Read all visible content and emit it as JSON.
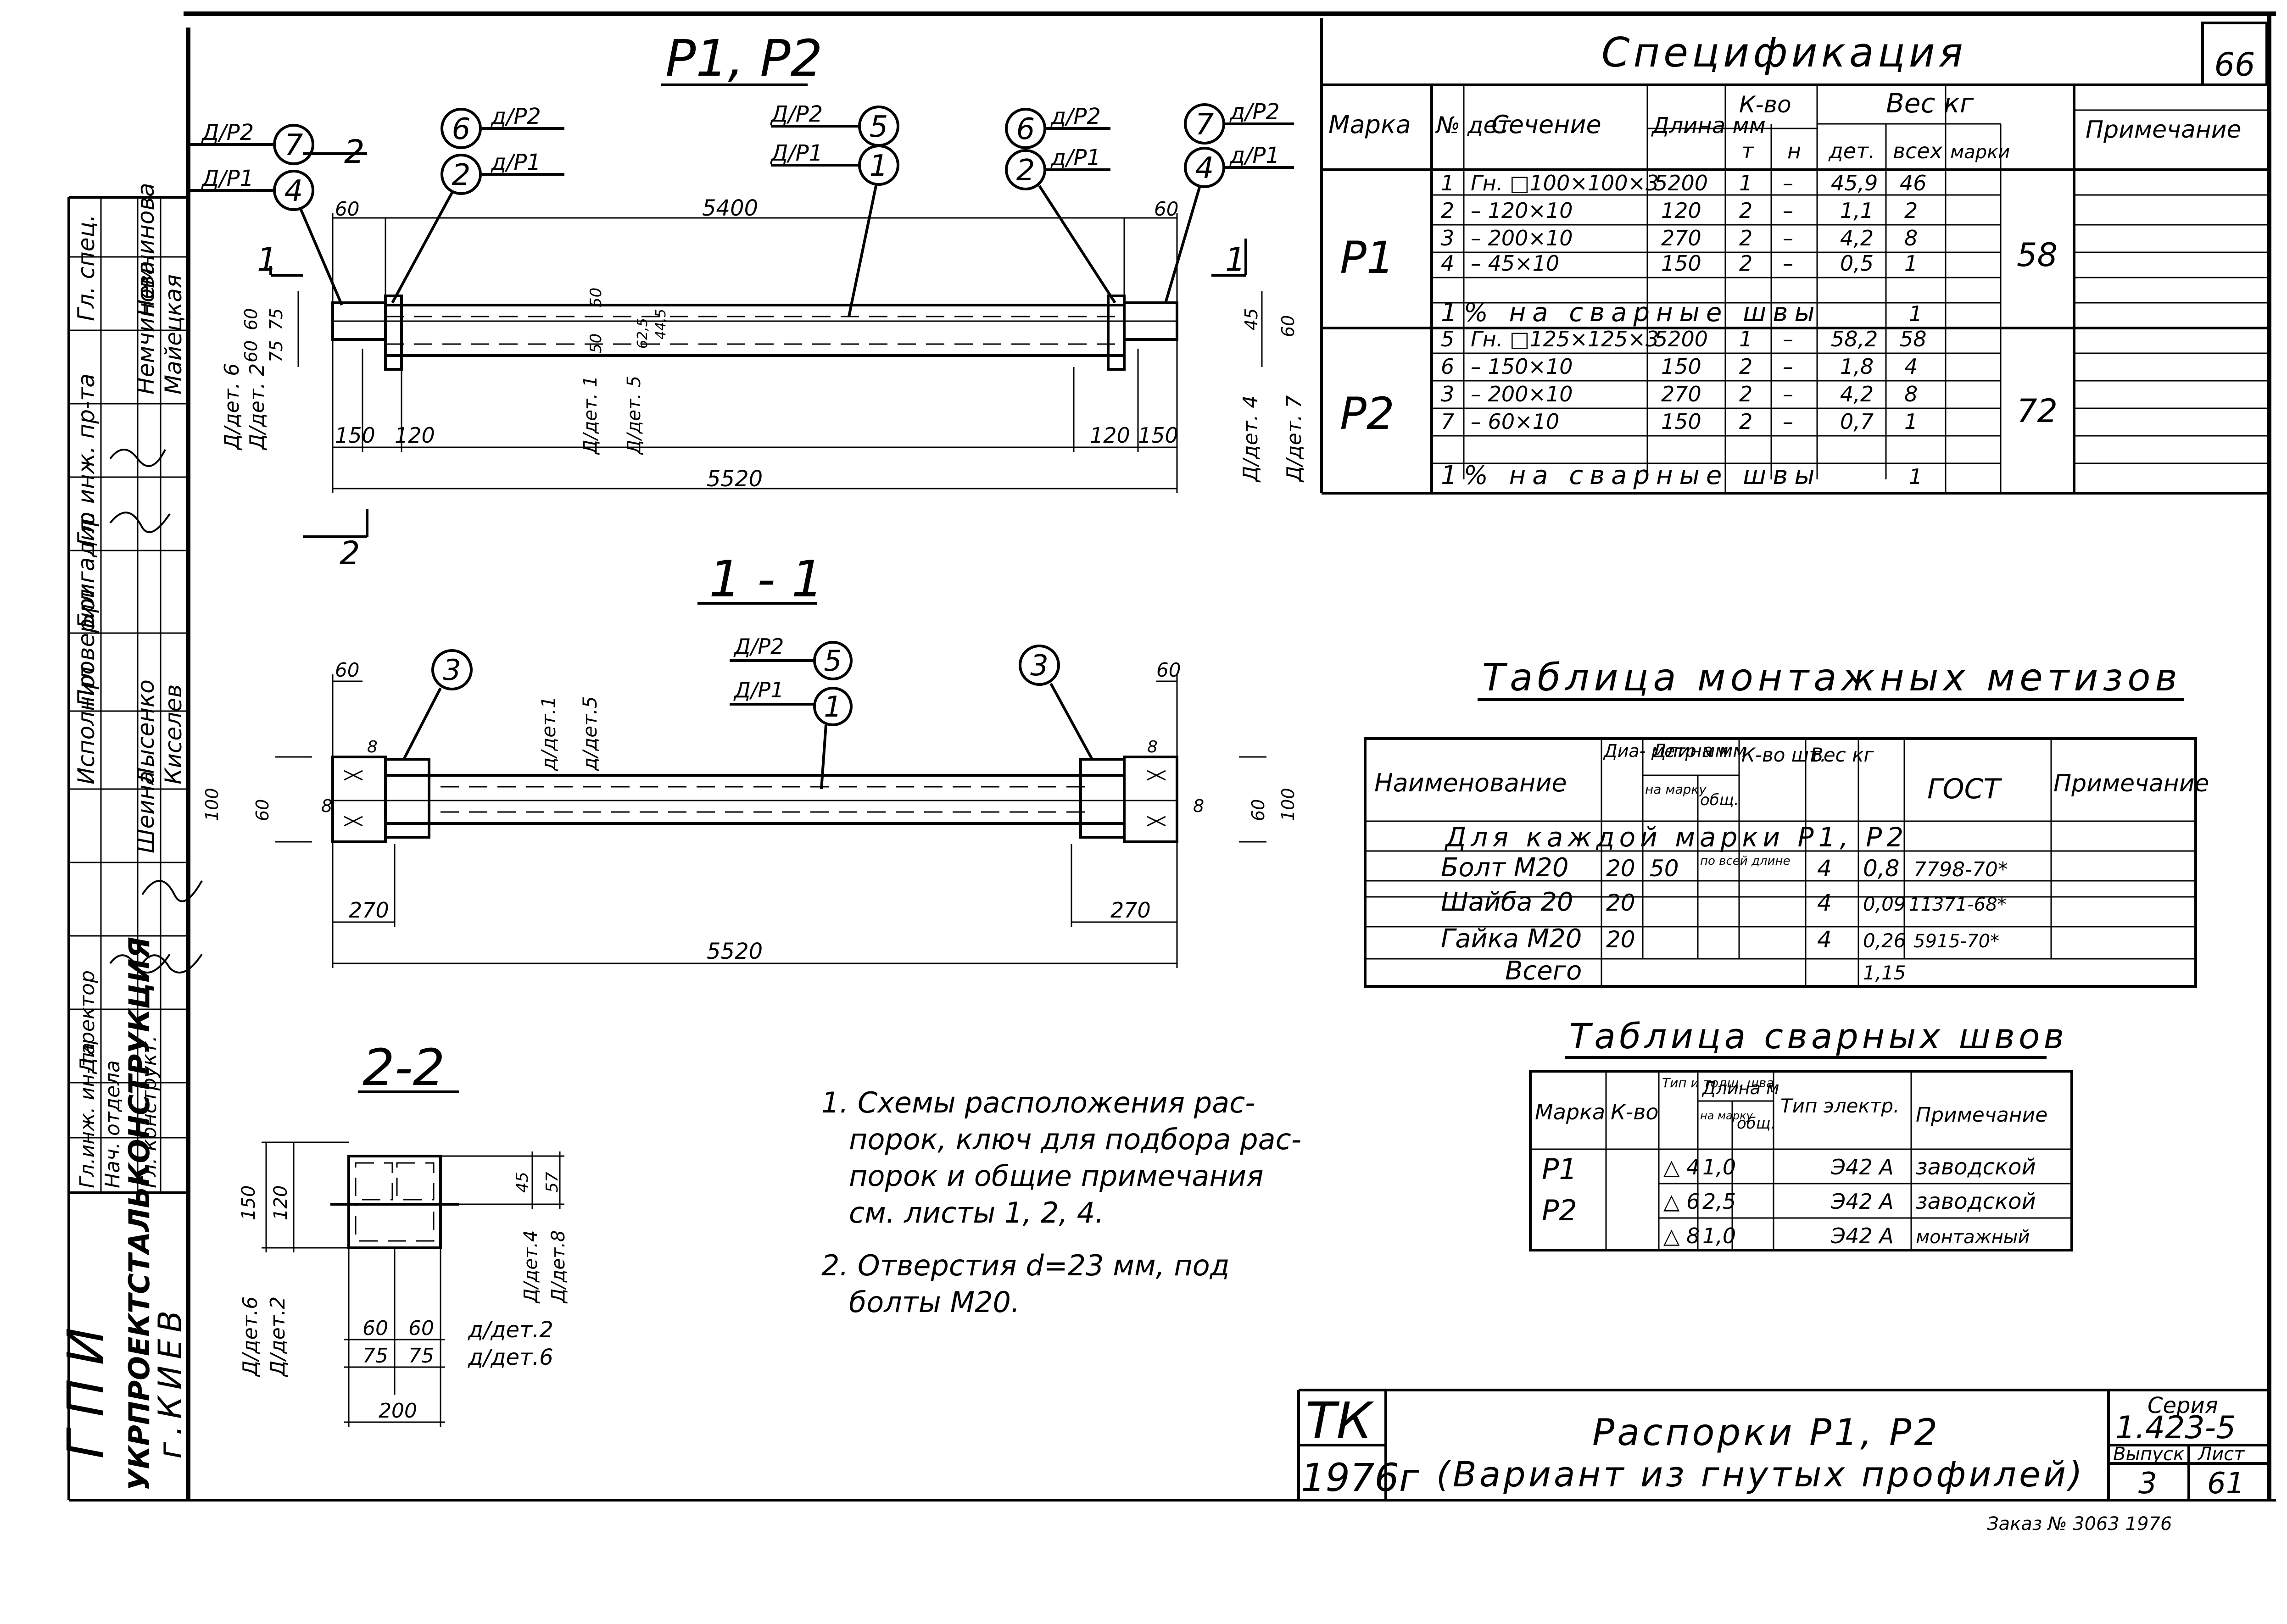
{
  "sheet_number_corner": "66",
  "side_stamp": {
    "roles": [
      "Гл. спец.",
      "Гл. инж. пр-та",
      "Бригадир",
      "Проверил",
      "Исполнил"
    ],
    "names": [
      "Немчинова",
      "Немчинова",
      "Майецкая",
      "Лысенко",
      "Шеина",
      "Киселев"
    ],
    "roles2": [
      "Директор",
      "Гл.инж. ин-та",
      "Нач. отдела",
      "Гл. конструкт."
    ],
    "org": "ГПИ",
    "org_full": "УКРПРОЕКТСТАЛЬКОНСТРУКЦИЯ",
    "city": "г.КИЕВ"
  },
  "view_p": {
    "title": "P1, P2",
    "dims": {
      "total": "5520",
      "between": "5400",
      "end_left": "60",
      "end_right": "60",
      "left_a": "150",
      "left_b": "120",
      "right_a": "120",
      "right_b": "150",
      "h1": "75",
      "h2": "75",
      "h3": "60",
      "h4": "60",
      "mid1": "50",
      "mid2": "50",
      "mid3": "62,5",
      "mid4": "44,5",
      "r1": "45",
      "r2": "60"
    },
    "callouts": {
      "c7": "7",
      "c4": "4",
      "c6a": "6",
      "c2a": "2",
      "c5": "5",
      "c1": "1",
      "c6b": "6",
      "c2b": "2",
      "c7b": "7",
      "c4b": "4",
      "lbl_dp2": "Д/Р2",
      "lbl_dp1": "Д/Р1",
      "lbl_ap2": "д/Р2",
      "lbl_ap1": "д/Р1"
    },
    "vlabels": [
      "Д/дет. 6",
      "Д/дет. 2",
      "Д/дет. 1",
      "Д/дет. 5",
      "Д/дет. 4",
      "Д/дет. 7"
    ],
    "cut1": "1",
    "cut2": "2"
  },
  "section_11": {
    "title": "1 - 1",
    "dims": {
      "total": "5520",
      "left": "270",
      "right": "270",
      "e1": "60",
      "e2": "60",
      "h100": "100",
      "h60": "60",
      "b8": "8"
    },
    "callouts": {
      "c3a": "3",
      "c3b": "3",
      "c5": "5",
      "c1": "1",
      "lbl_dp2": "Д/Р2",
      "lbl_dp1": "Д/Р1"
    },
    "vlabels": [
      "д/дет.1",
      "д/дет.5"
    ]
  },
  "section_22": {
    "title": "2-2",
    "dims": {
      "d150": "150",
      "d120": "120",
      "d45": "45",
      "d57": "57",
      "w60a": "60",
      "w60b": "60",
      "w75a": "75",
      "w75b": "75",
      "w200": "200"
    },
    "labels": {
      "l1": "Д/дет.6",
      "l2": "Д/дет.2",
      "l3": "Д/дет.4",
      "l4": "Д/дет.8",
      "r1": "д/дет.2",
      "r2": "д/дет.6"
    }
  },
  "spec": {
    "title": "Спецификация",
    "headers": {
      "mark": "Марка",
      "det_no": "№ дет",
      "section": "Сечение",
      "length": "Длина мм",
      "qty": "К-во",
      "t": "т",
      "n": "н",
      "weight": "Вес кг",
      "w_det": "дет.",
      "w_all": "всех",
      "w_mark": "марки",
      "note": "Примечание"
    },
    "groups": [
      {
        "mark": "P1",
        "mark_weight": "58",
        "rows": [
          [
            "1",
            "Гн. □100×100×3",
            "5200",
            "1",
            "–",
            "45,9",
            "46"
          ],
          [
            "2",
            "– 120×10",
            "120",
            "2",
            "–",
            "1,1",
            "2"
          ],
          [
            "3",
            "– 200×10",
            "270",
            "2",
            "–",
            "4,2",
            "8"
          ],
          [
            "4",
            "– 45×10",
            "150",
            "2",
            "–",
            "0,5",
            "1"
          ]
        ],
        "welds": "1% на сварные швы",
        "welds_weight": "1"
      },
      {
        "mark": "P2",
        "mark_weight": "72",
        "rows": [
          [
            "5",
            "Гн. □125×125×3",
            "5200",
            "1",
            "–",
            "58,2",
            "58"
          ],
          [
            "6",
            "– 150×10",
            "150",
            "2",
            "–",
            "1,8",
            "4"
          ],
          [
            "3",
            "– 200×10",
            "270",
            "2",
            "–",
            "4,2",
            "8"
          ],
          [
            "7",
            "– 60×10",
            "150",
            "2",
            "–",
            "0,7",
            "1"
          ]
        ],
        "welds": "1% на сварные швы",
        "welds_weight": "1"
      }
    ]
  },
  "fasteners": {
    "title": "Таблица монтажных метизов",
    "headers": {
      "name": "Наименование",
      "dia": "Диа- метр мм",
      "len": "Длина мм",
      "len_mark": "на марку",
      "len_all": "общ.",
      "qty": "К-во шт.",
      "weight": "Вес кг",
      "gost": "ГОСТ",
      "note": "Примечание"
    },
    "group_row": "Для каждой марки P1, P2",
    "rows": [
      [
        "Болт М20",
        "20",
        "50",
        "по всей длине",
        "4",
        "0,8",
        "7798-70*"
      ],
      [
        "Шайба 20",
        "20",
        "",
        "",
        "4",
        "0,09",
        "11371-68*"
      ],
      [
        "Гайка М20",
        "20",
        "",
        "",
        "4",
        "0,26",
        "5915-70*"
      ]
    ],
    "total_label": "Всего",
    "total_value": "1,15"
  },
  "welds": {
    "title": "Таблица сварных швов",
    "headers": {
      "mark": "Марка",
      "qty": "К-во",
      "type": "Тип и толщ. шва",
      "len": "Длина м",
      "len_mark": "на марку",
      "len_all": "общ.",
      "electrode": "Тип электр.",
      "note": "Примечание"
    },
    "marks": [
      "P1",
      "P2"
    ],
    "rows": [
      [
        "△ 4",
        "1,0",
        "",
        "Э42 А",
        "заводской"
      ],
      [
        "△ 6",
        "2,5",
        "",
        "Э42 А",
        "заводской"
      ],
      [
        "△ 8",
        "1,0",
        "",
        "Э42 А",
        "монтажный"
      ]
    ]
  },
  "notes": [
    "1. Схемы расположения рас-",
    "порок, ключ для подбора рас-",
    "порок и общие примечания",
    "см. листы 1, 2, 4.",
    "2. Отверстия d=23 мм, под",
    "болты М20."
  ],
  "title_block": {
    "tk": "ТК",
    "year": "1976г",
    "title_line1": "Распорки P1, P2",
    "title_line2": "(Вариант из гнутых профилей)",
    "series_label": "Серия",
    "series": "1.423-5",
    "issue_label": "Выпуск",
    "sheet_label": "Лист",
    "issue": "3",
    "sheet": "61"
  },
  "bottom_stamp": "Заказ № 3063  1976"
}
